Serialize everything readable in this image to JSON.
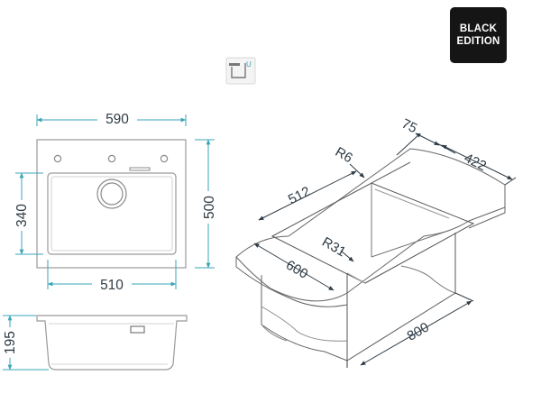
{
  "badge": {
    "line1": "BLACK",
    "line2": "EDITION"
  },
  "icon": {
    "name": "undermount-install-icon",
    "letter": "U"
  },
  "colors": {
    "dimension": "#3aa6b9",
    "outline": "#9a9a9a",
    "dark": "#2f3b45",
    "badge_bg": "#151515"
  },
  "top_view": {
    "overall_width": "590",
    "overall_depth": "500",
    "bowl_depth": "340",
    "bowl_width": "510"
  },
  "section_view": {
    "bowl_height": "195"
  },
  "install_view": {
    "flange": "75",
    "depth_right": "422",
    "radius_top": "R6",
    "bowl_length": "512",
    "radius_inner": "R31",
    "cabinet_width": "600",
    "cabinet_depth": "800"
  }
}
